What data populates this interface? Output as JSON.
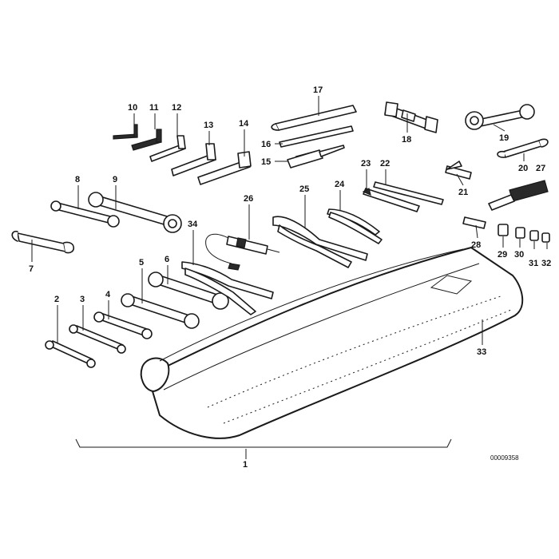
{
  "doc_id": "00009358",
  "part_numbers": [
    "1",
    "2",
    "3",
    "4",
    "5",
    "6",
    "7",
    "8",
    "9",
    "10",
    "11",
    "12",
    "13",
    "14",
    "15",
    "16",
    "17",
    "18",
    "19",
    "20",
    "21",
    "22",
    "23",
    "24",
    "25",
    "26",
    "27",
    "28",
    "29",
    "30",
    "31",
    "32",
    "33",
    "34"
  ],
  "colors": {
    "ink": "#1a1a1a",
    "paper": "#ffffff"
  }
}
